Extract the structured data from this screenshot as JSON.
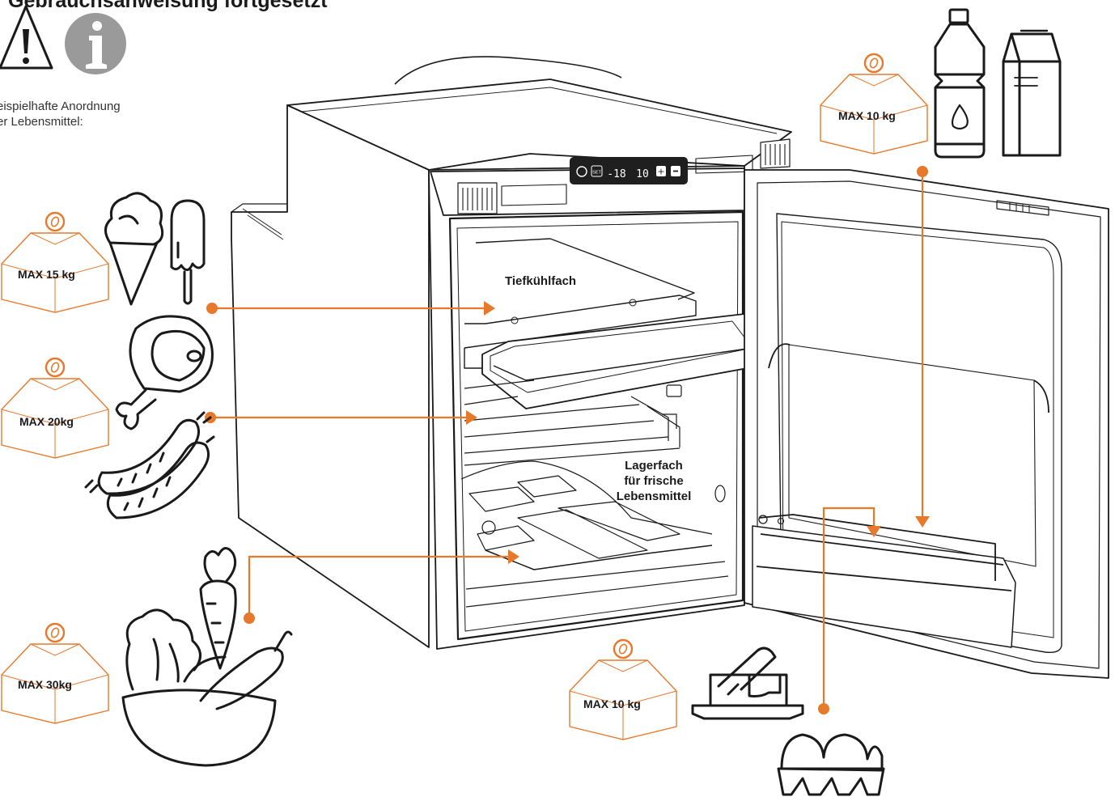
{
  "header": {
    "title": "Gebrauchsanweisung fortgesetzt"
  },
  "intro": {
    "line1": "eispielhafte Anordnung",
    "line2": "er Lebensmittel:"
  },
  "labels": {
    "freezer": "Tiefkühlfach",
    "fresh_line1": "Lagerfach",
    "fresh_line2": "für frische",
    "fresh_line3": "Lebensmittel"
  },
  "weights": {
    "top_left": "MAX 15 kg",
    "mid_left": "MAX 20kg",
    "bottom_left": "MAX 30kg",
    "bottom_center": "MAX 10 kg",
    "top_right": "MAX 10 kg"
  },
  "display": {
    "freezer_temp": "-18",
    "fridge_temp": "10",
    "set_label": "SET"
  },
  "colors": {
    "accent": "#e8792a",
    "line": "#1a1a1a",
    "info_icon": "#9a9a9a"
  },
  "icons": [
    "warning-triangle-icon",
    "info-icon",
    "ice-cream-cone-icon",
    "popsicle-icon",
    "ham-icon",
    "sausages-icon",
    "carrot-icon",
    "vegetable-bowl-icon",
    "eggplant-icon",
    "water-bottle-icon",
    "milk-carton-icon",
    "butter-dish-icon",
    "egg-carton-icon",
    "weight-icon"
  ]
}
